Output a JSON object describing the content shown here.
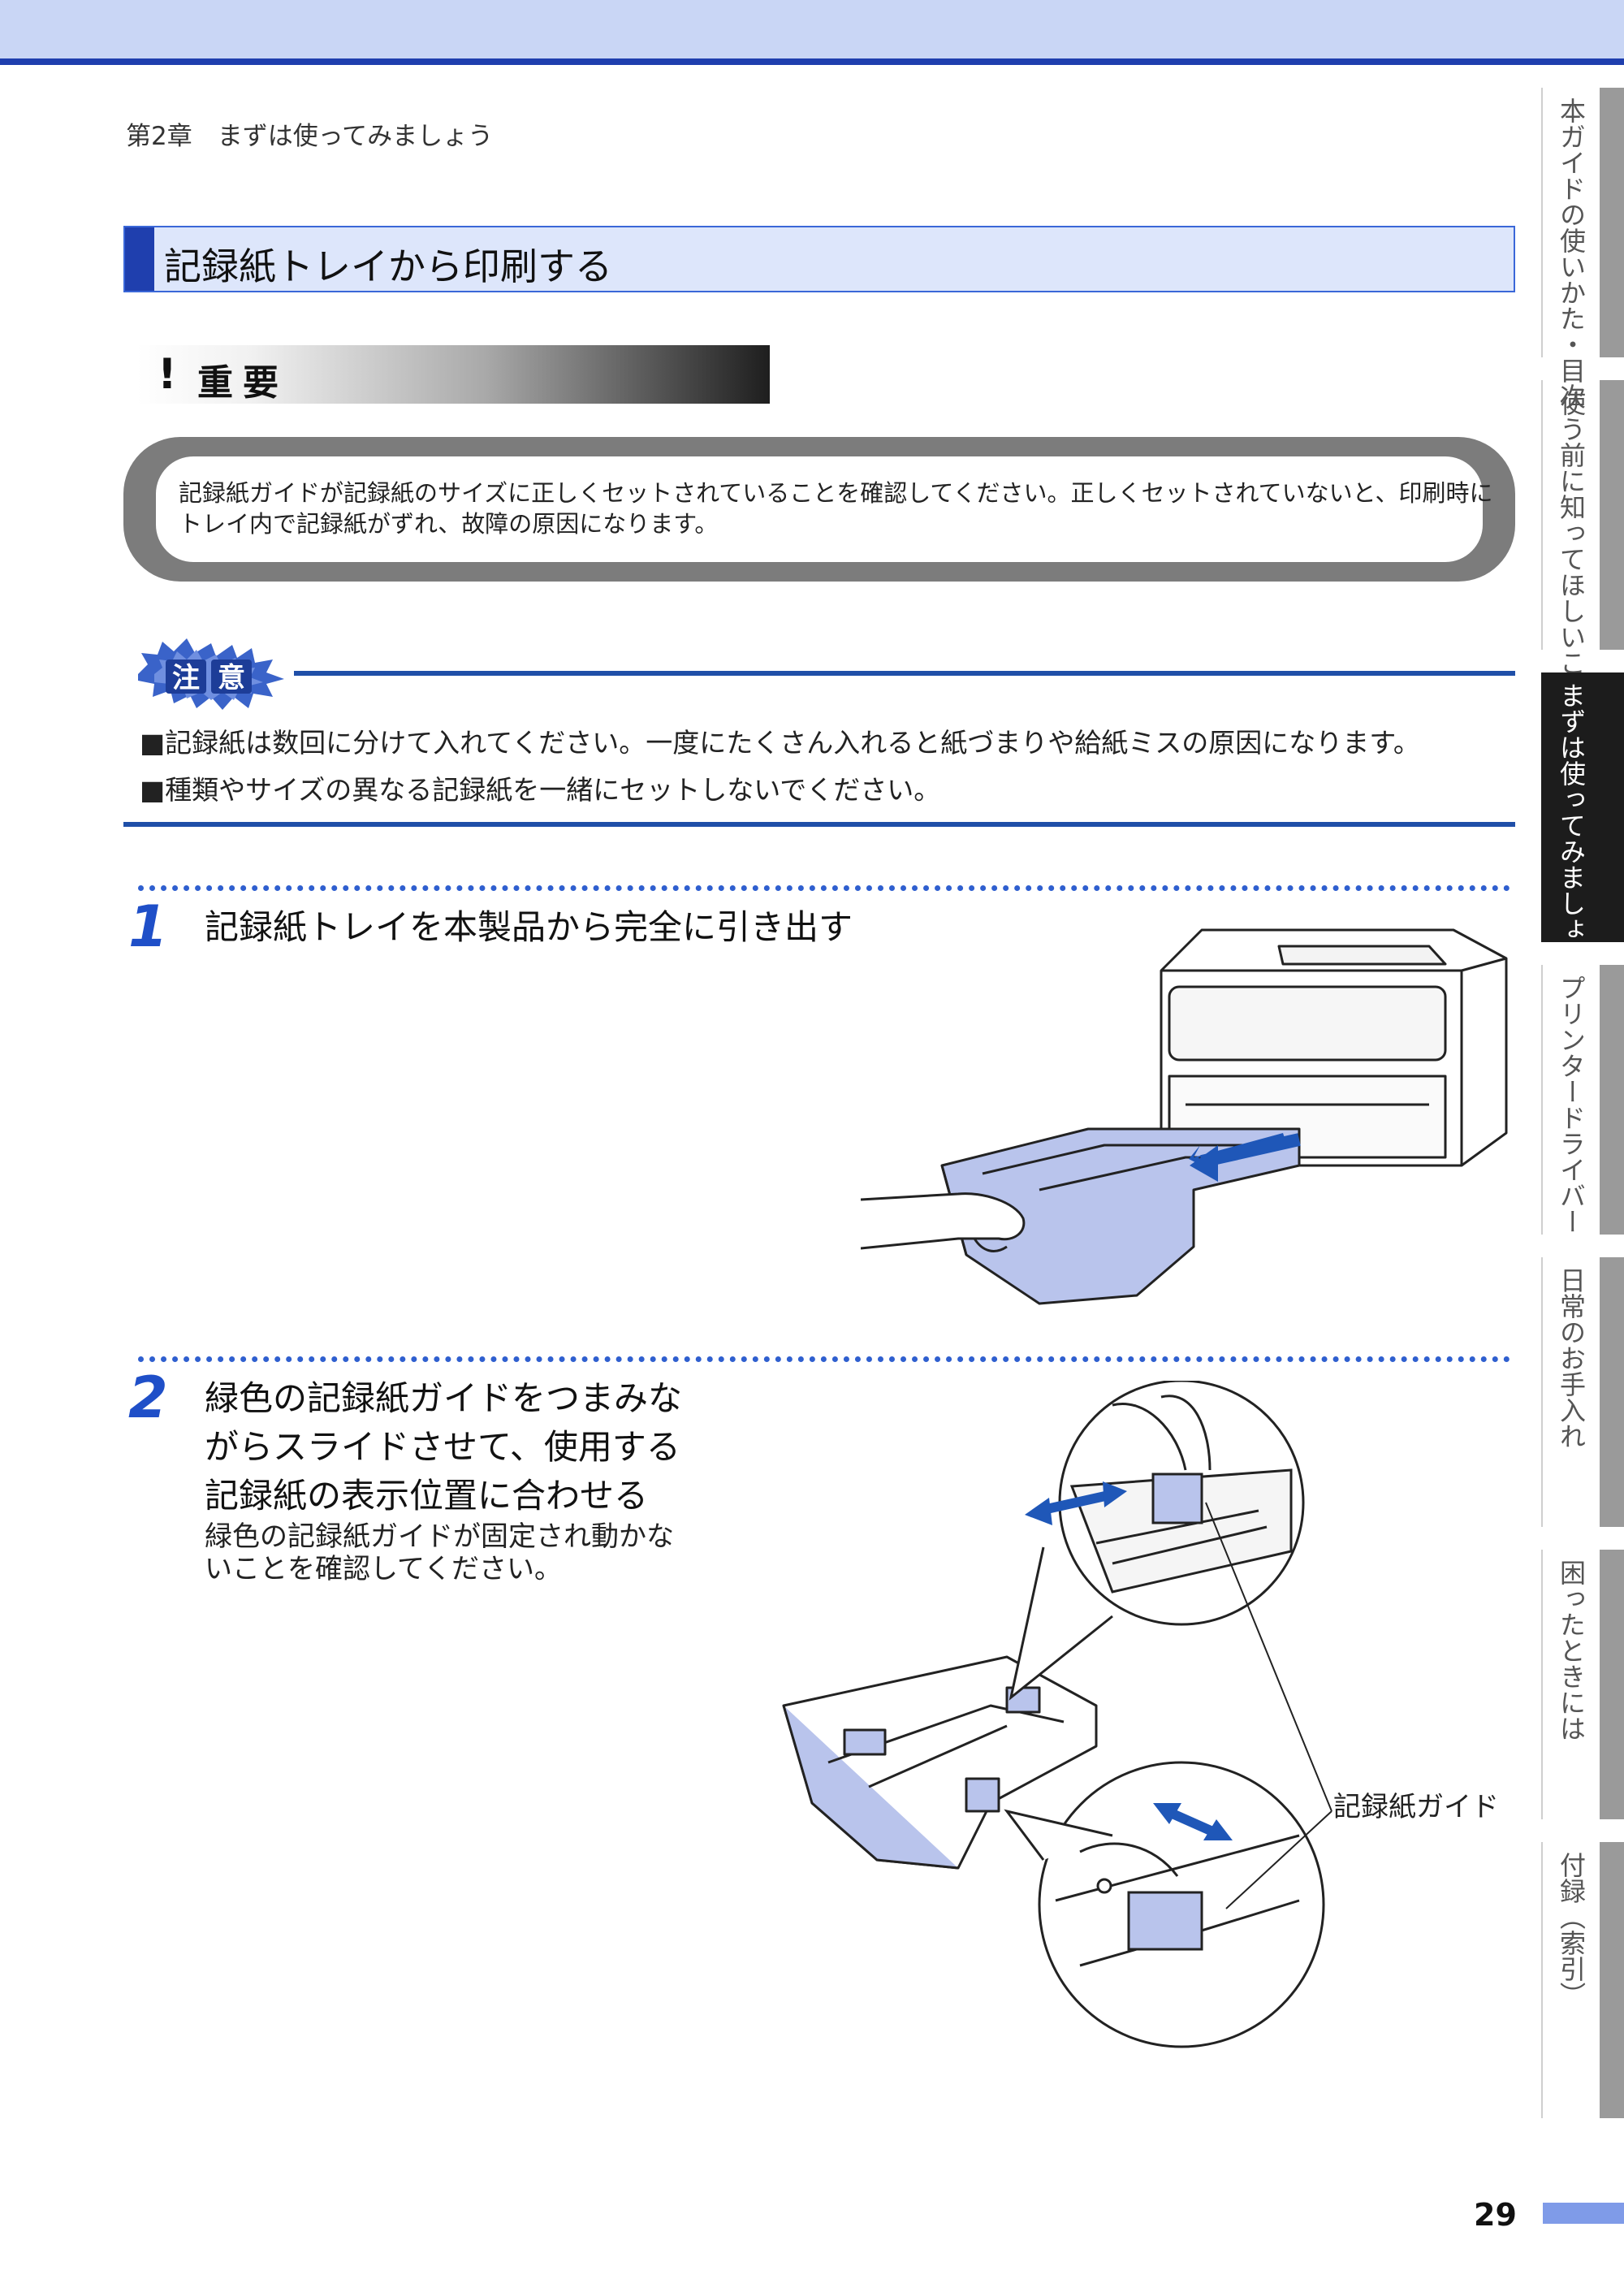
{
  "chapter": "第2章　まずは使ってみましょう",
  "section_title": "記録紙トレイから印刷する",
  "important": {
    "mark": "!",
    "label": "重要",
    "text": "記録紙ガイドが記録紙のサイズに正しくセットされていることを確認してください。正しくセットされていないと、印刷時にトレイ内で記録紙がずれ、故障の原因になります。"
  },
  "caution": {
    "badge": "注意",
    "items": [
      "■記録紙は数回に分けて入れてください。一度にたくさん入れると紙づまりや給紙ミスの原因になります。",
      "■種類やサイズの異なる記録紙を一緒にセットしないでください。"
    ]
  },
  "steps": [
    {
      "number": "1",
      "title": "記録紙トレイを本製品から完全に引き出す"
    },
    {
      "number": "2",
      "title_lines": [
        "緑色の記録紙ガイドをつまみな",
        "がらスライドさせて、使用する",
        "記録紙の表示位置に合わせる"
      ],
      "body_lines": [
        "緑色の記録紙ガイドが固定され動かな",
        "いことを確認してください。"
      ]
    }
  ],
  "callout": "記録紙ガイド",
  "side_tabs": [
    {
      "label": "本ガイドの使いかた・目次",
      "active": false
    },
    {
      "label": "使う前に知ってほしいこと",
      "active": false
    },
    {
      "label": "まずは使ってみましょう",
      "active": true
    },
    {
      "label": "プリンタードライバー",
      "active": false
    },
    {
      "label": "日常のお手入れ",
      "active": false
    },
    {
      "label": "困ったときには",
      "active": false
    },
    {
      "label": "付録（索引）",
      "active": false
    }
  ],
  "page_number": "29",
  "colors": {
    "accent": "#1f3fae",
    "band": "#c9d6f5",
    "tray": "#b9c4ec"
  }
}
